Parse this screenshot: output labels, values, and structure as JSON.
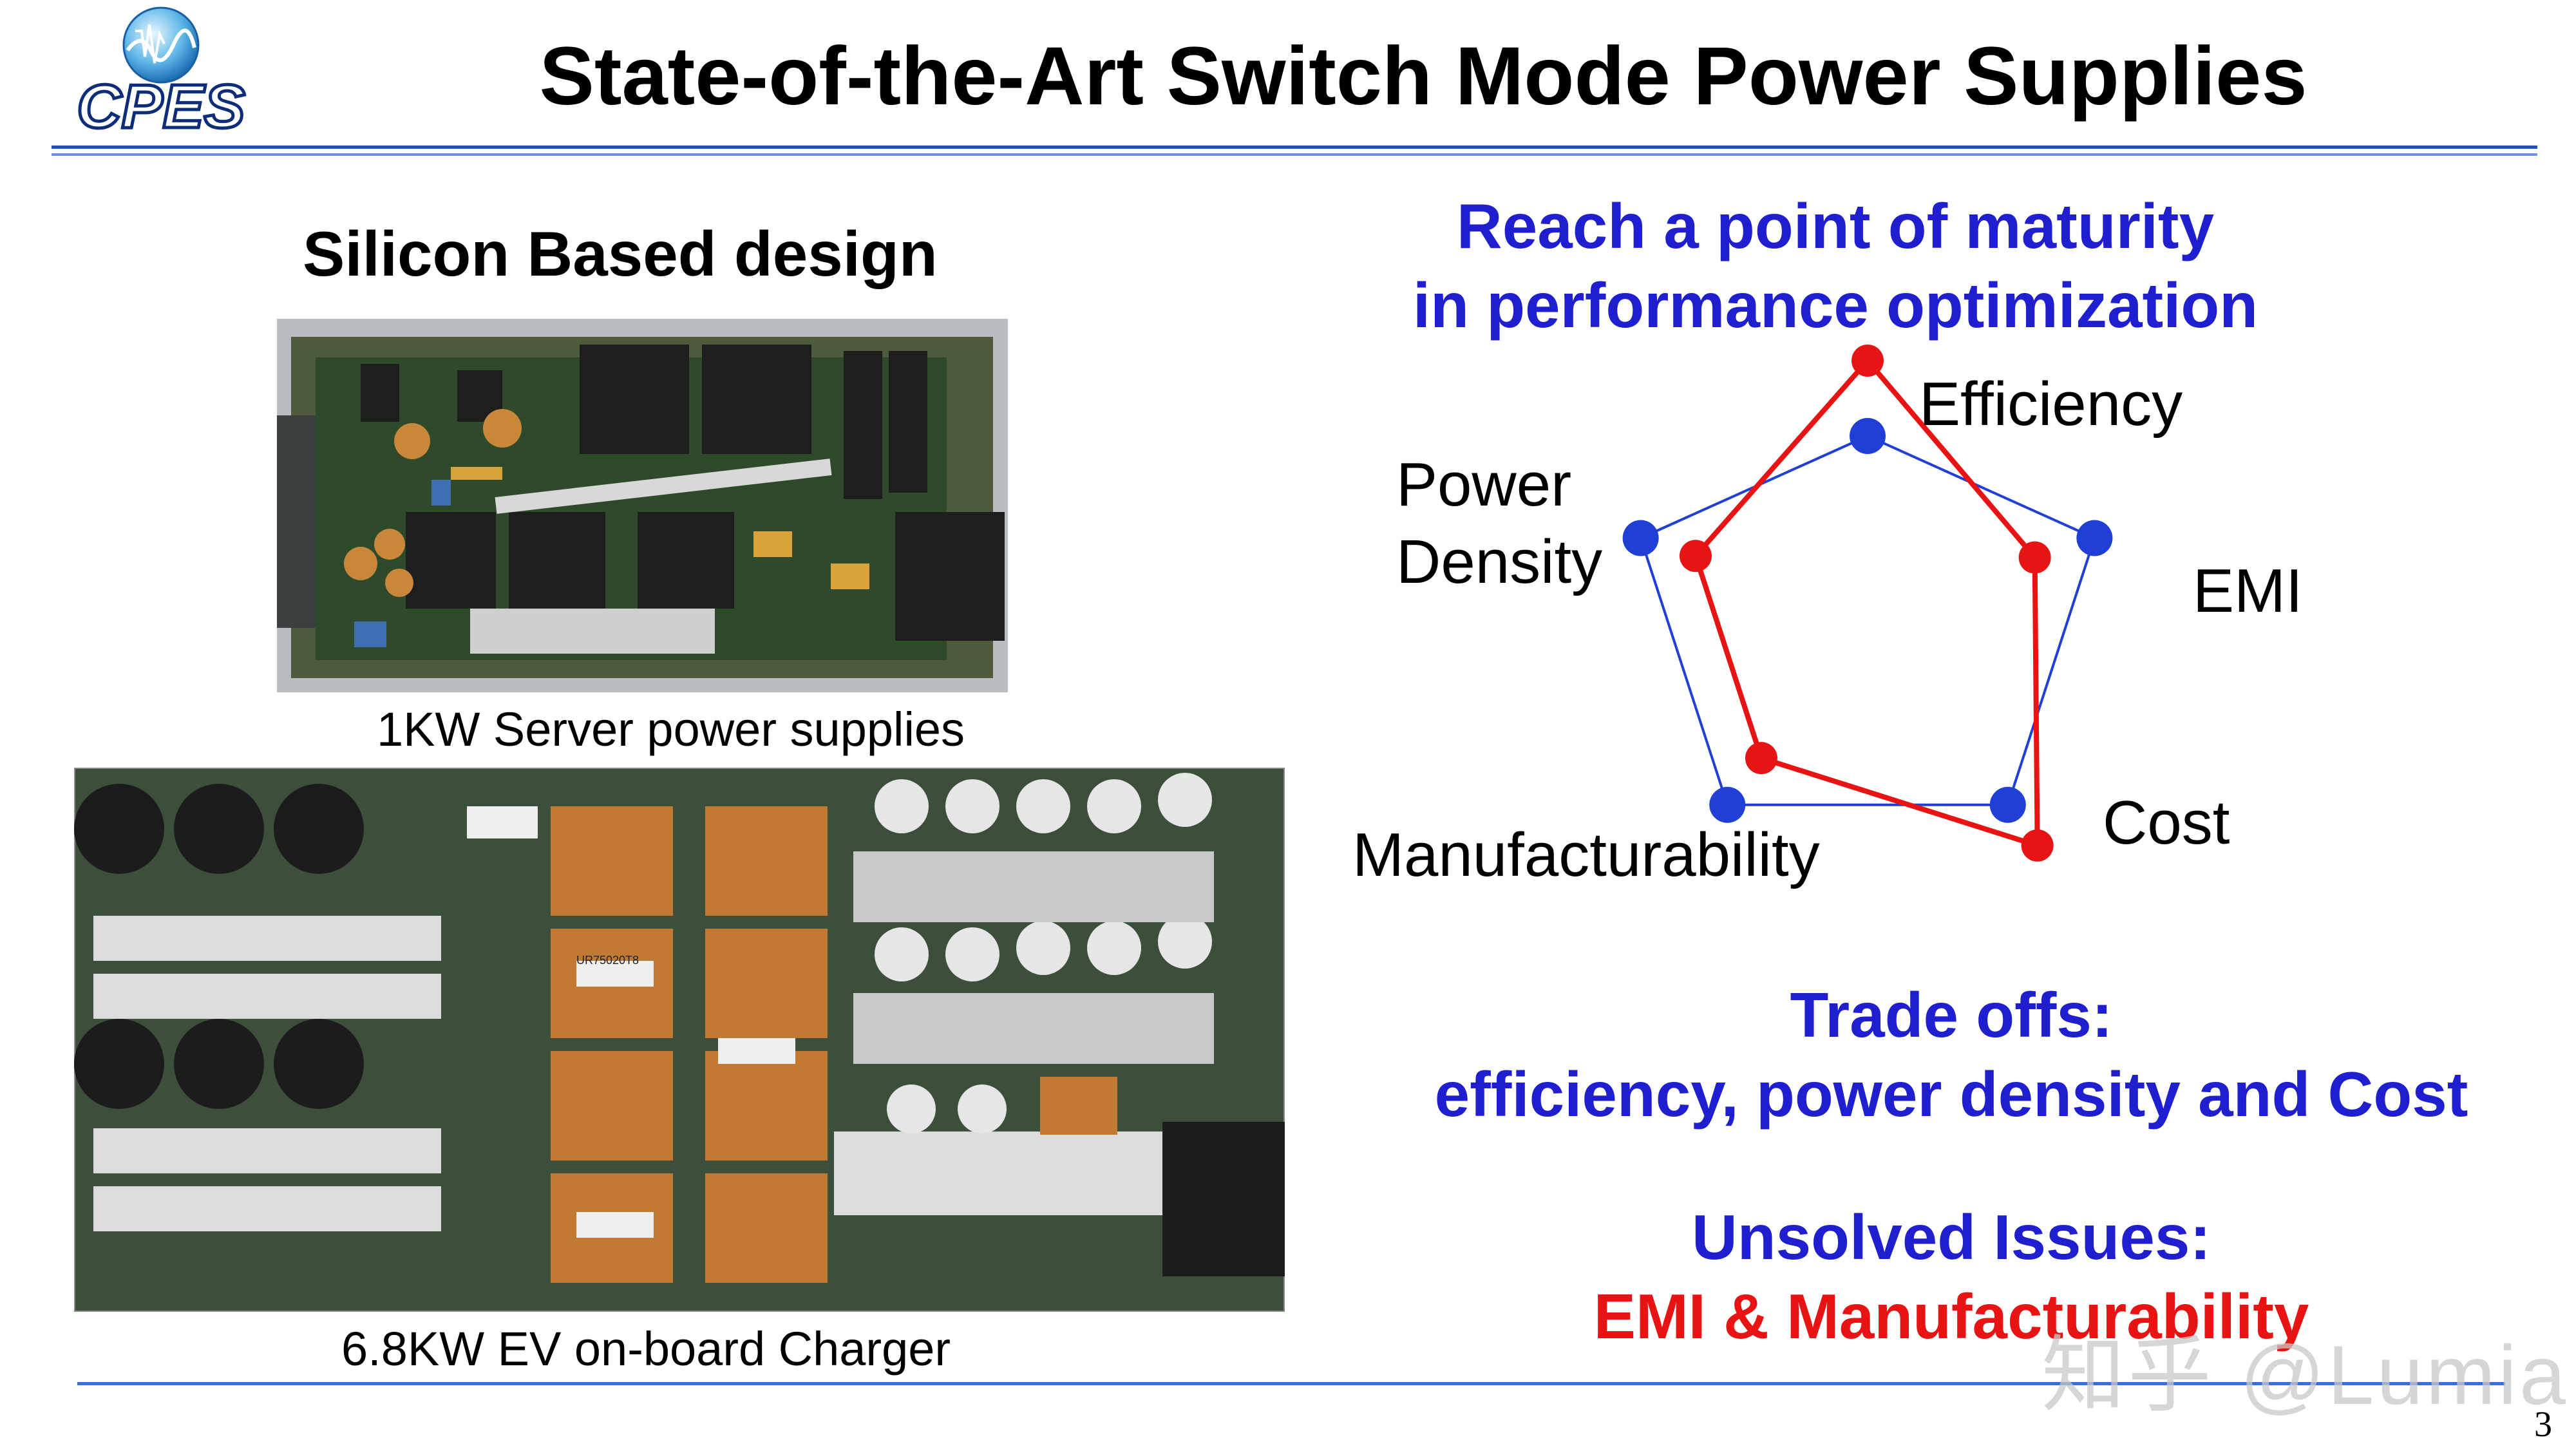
{
  "header": {
    "logo_text": "CPES",
    "title": "State-of-the-Art Switch Mode Power Supplies"
  },
  "left": {
    "heading": "Silicon Based design",
    "photo1_caption": "1KW Server power supplies",
    "photo2_caption": "6.8KW EV on-board Charger",
    "photo1_labels": {
      "icon": "server-power-supply-pcb-photo"
    },
    "photo2_labels": {
      "icon": "ev-charger-pcb-photo",
      "part_marking": "UR75020T8"
    }
  },
  "right": {
    "maturity_line1": "Reach a point of maturity",
    "maturity_line2": "in performance optimization",
    "radar": {
      "axes": [
        "Efficiency",
        "EMI",
        "Cost",
        "Manufacturability",
        "Power Density"
      ],
      "power_label_line1": "Power",
      "power_label_line2": "Density",
      "series": [
        {
          "color": "#1f3fd6",
          "values": [
            0.7,
            0.95,
            0.95,
            0.95,
            0.95
          ]
        },
        {
          "color": "#e81414",
          "values": [
            1.0,
            0.7,
            1.15,
            0.72,
            0.72
          ]
        }
      ]
    },
    "tradeoffs_line1": "Trade offs:",
    "tradeoffs_line2": "efficiency, power density and Cost",
    "unsolved_line1": "Unsolved Issues:",
    "unsolved_line2": "EMI & Manufacturability"
  },
  "footer": {
    "watermark": "知乎 @Lumia",
    "page_number": "3"
  },
  "colors": {
    "title_rule": "#1f4fc7",
    "blue_text": "#1f1fd0",
    "red_text": "#e81414",
    "blue_series": "#1f3fd6",
    "red_series": "#e81414"
  }
}
